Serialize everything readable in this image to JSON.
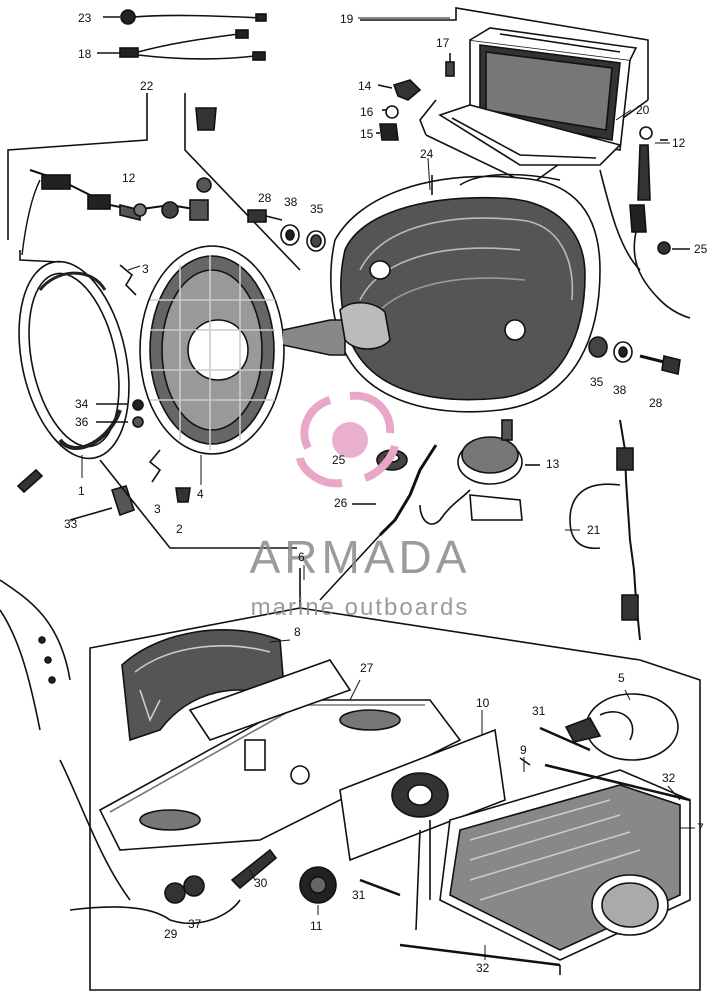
{
  "diagram": {
    "part_numbers": [
      {
        "id": "p23",
        "text": "23"
      },
      {
        "id": "p18",
        "text": "18"
      },
      {
        "id": "p19",
        "text": "19"
      },
      {
        "id": "p17",
        "text": "17"
      },
      {
        "id": "p14",
        "text": "14"
      },
      {
        "id": "p16",
        "text": "16"
      },
      {
        "id": "p15",
        "text": "15"
      },
      {
        "id": "p20",
        "text": "20"
      },
      {
        "id": "p12a",
        "text": "12"
      },
      {
        "id": "p22",
        "text": "22"
      },
      {
        "id": "p12b",
        "text": "12"
      },
      {
        "id": "p24",
        "text": "24"
      },
      {
        "id": "p28a",
        "text": "28"
      },
      {
        "id": "p38a",
        "text": "38"
      },
      {
        "id": "p35a",
        "text": "35"
      },
      {
        "id": "p25a",
        "text": "25"
      },
      {
        "id": "p3a",
        "text": "3"
      },
      {
        "id": "p35b",
        "text": "35"
      },
      {
        "id": "p38b",
        "text": "38"
      },
      {
        "id": "p28b",
        "text": "28"
      },
      {
        "id": "p34",
        "text": "34"
      },
      {
        "id": "p36",
        "text": "36"
      },
      {
        "id": "p25b",
        "text": "25"
      },
      {
        "id": "p13",
        "text": "13"
      },
      {
        "id": "p1",
        "text": "1"
      },
      {
        "id": "p4",
        "text": "4"
      },
      {
        "id": "p3b",
        "text": "3"
      },
      {
        "id": "p2",
        "text": "2"
      },
      {
        "id": "p26",
        "text": "26"
      },
      {
        "id": "p21",
        "text": "21"
      },
      {
        "id": "p33",
        "text": "33"
      },
      {
        "id": "p6",
        "text": "6"
      },
      {
        "id": "p8",
        "text": "8"
      },
      {
        "id": "p27",
        "text": "27"
      },
      {
        "id": "p5",
        "text": "5"
      },
      {
        "id": "p10",
        "text": "10"
      },
      {
        "id": "p31a",
        "text": "31"
      },
      {
        "id": "p9",
        "text": "9"
      },
      {
        "id": "p32a",
        "text": "32"
      },
      {
        "id": "p7",
        "text": "7"
      },
      {
        "id": "p30",
        "text": "30"
      },
      {
        "id": "p31b",
        "text": "31"
      },
      {
        "id": "p29",
        "text": "29"
      },
      {
        "id": "p37",
        "text": "37"
      },
      {
        "id": "p11",
        "text": "11"
      },
      {
        "id": "p32b",
        "text": "32"
      }
    ]
  },
  "watermark": {
    "brand": "ARMADA",
    "tagline": "marine outboards",
    "logo_color": "#e8a6c8",
    "text_color": "#8a8a8a"
  }
}
